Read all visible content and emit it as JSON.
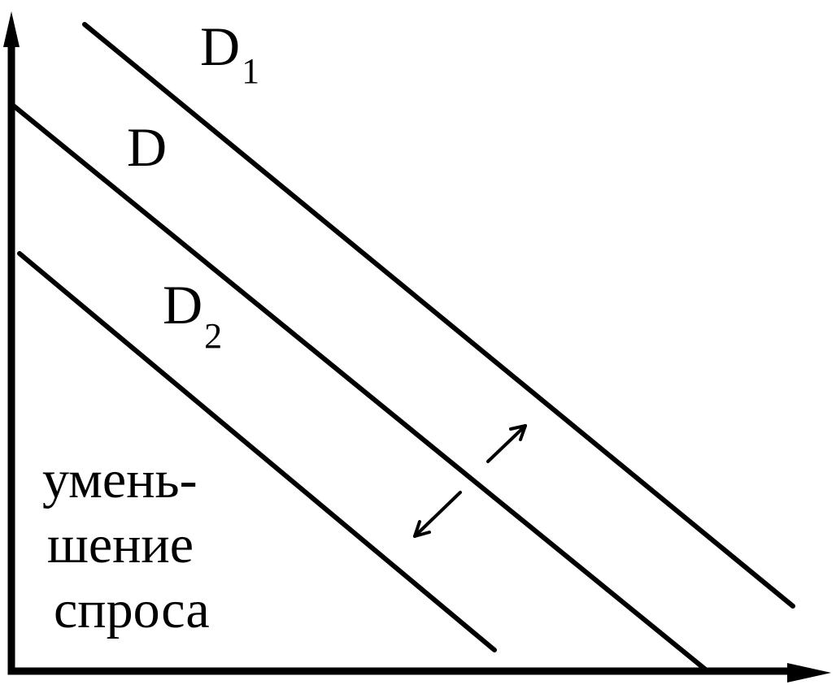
{
  "curves": [
    {
      "id": "D1",
      "label": "D",
      "subscript": "1"
    },
    {
      "id": "D",
      "label": "D",
      "subscript": ""
    },
    {
      "id": "D2",
      "label": "D",
      "subscript": "2"
    }
  ],
  "caption": {
    "line1": "умень-",
    "line2": "шение",
    "line3": "спроса"
  }
}
